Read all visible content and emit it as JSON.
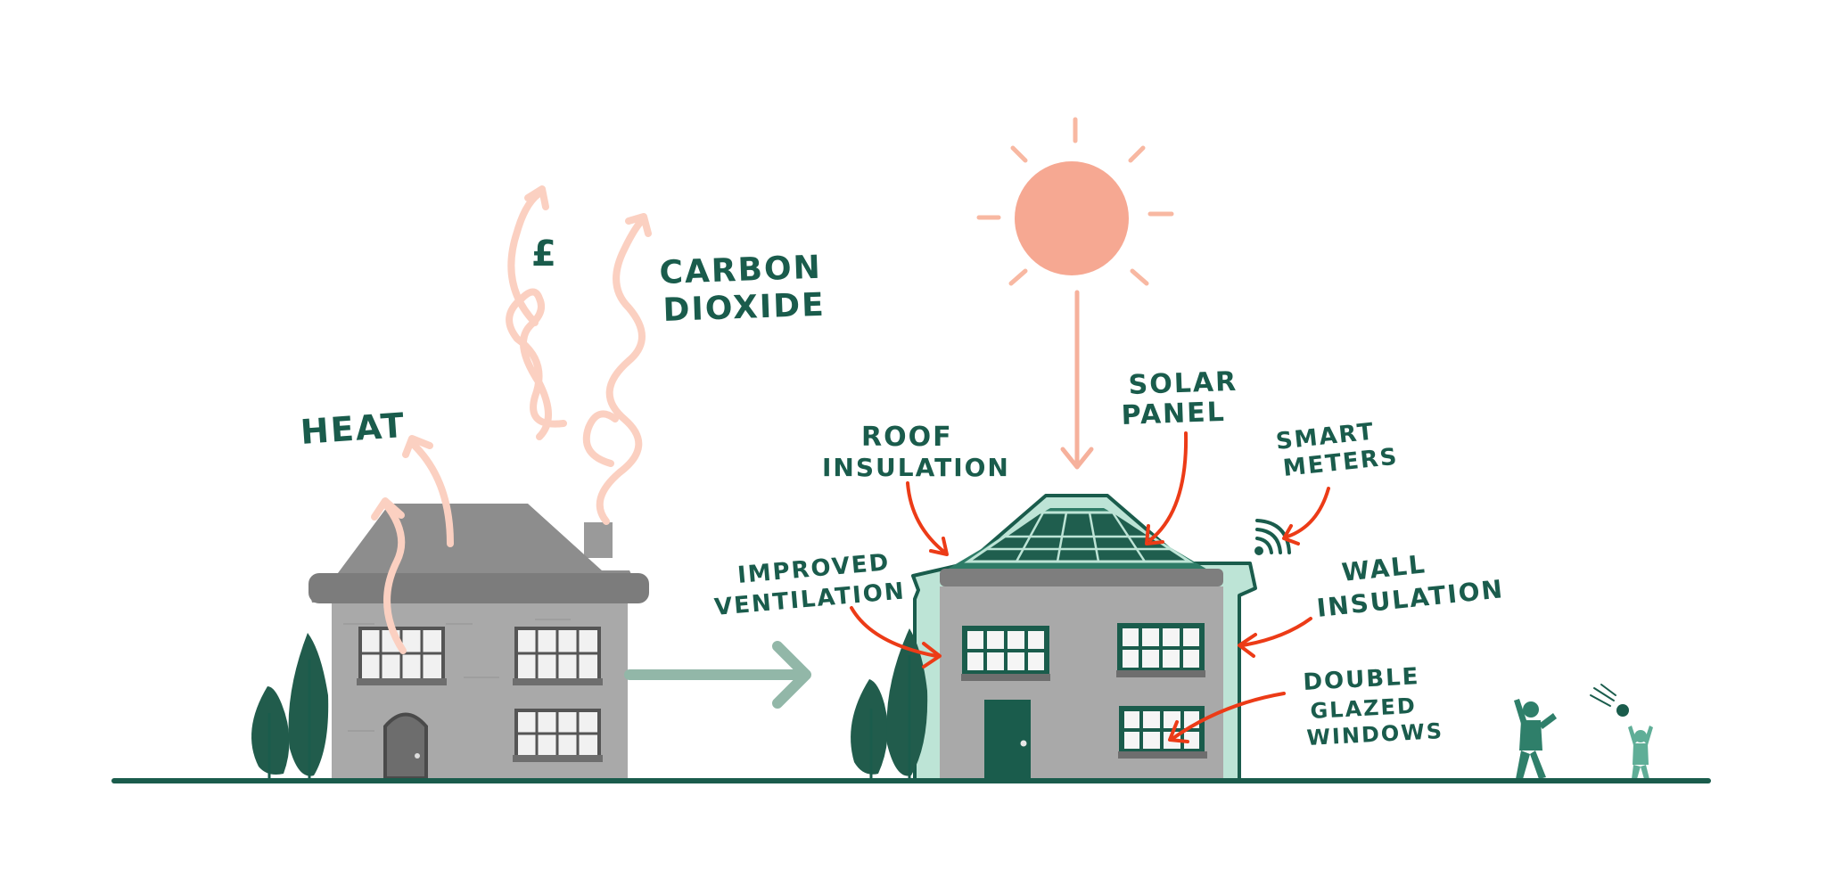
{
  "colors": {
    "teal_dark": "#1a5c4c",
    "teal_mid": "#2f7f6a",
    "teal_light": "#a8dccd",
    "teal_pale": "#bfe6d8",
    "salmon": "#f5ad96",
    "salmon_pale": "#fbd3c6",
    "red_orange": "#ec3b17",
    "grey_house": "#a5a5a5",
    "grey_roof": "#8c8c8c",
    "grey_dark": "#6e6e6e",
    "arrow_sage": "#92b7a8"
  },
  "old_house": {
    "labels": {
      "heat": "HEAT",
      "pound_symbol": "£",
      "carbon_line1": "CARBON",
      "carbon_line2": "DIOXIDE"
    }
  },
  "new_house": {
    "labels": {
      "roof_line1": "ROOF",
      "roof_line2": "INSULATION",
      "solar_line1": "SOLAR",
      "solar_line2": "PANEL",
      "smart_line1": "SMART",
      "smart_line2": "METERS",
      "vent_line1": "IMPROVED",
      "vent_line2": "VENTILATION",
      "wall_line1": "WALL",
      "wall_line2": "INSULATION",
      "glazed_line1": "DOUBLE",
      "glazed_line2": "GLAZED",
      "glazed_line3": "WINDOWS"
    }
  },
  "icons": {
    "sun": "sun-icon",
    "wifi": "smart-signal-icon",
    "transition_arrow": "arrow-right-icon",
    "people": "people-playing-icon"
  }
}
